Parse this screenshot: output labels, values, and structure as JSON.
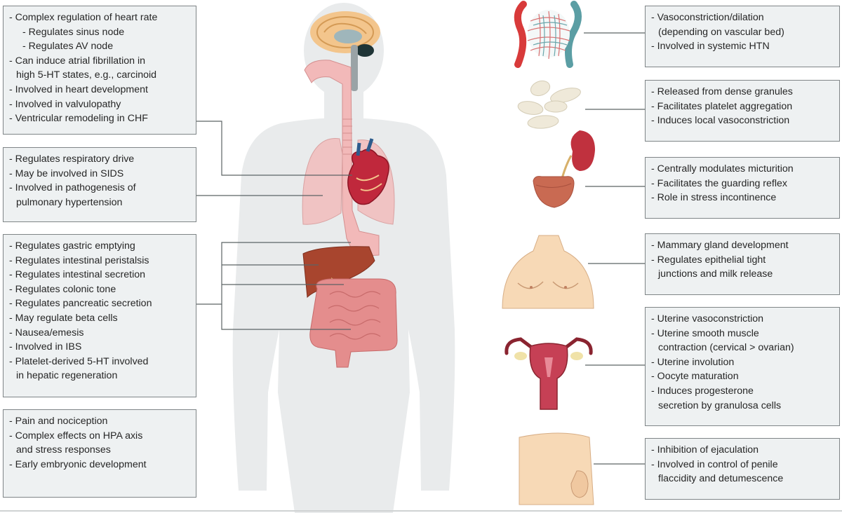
{
  "boxes": {
    "heart": [
      {
        "text": "- Complex regulation of heart rate",
        "kind": "item"
      },
      {
        "text": "- Regulates sinus node",
        "kind": "sub"
      },
      {
        "text": "- Regulates AV node",
        "kind": "sub"
      },
      {
        "text": "- Can induce atrial fibrillation in",
        "kind": "item"
      },
      {
        "text": "high 5-HT states, e.g., carcinoid",
        "kind": "cont"
      },
      {
        "text": "- Involved in heart development",
        "kind": "item"
      },
      {
        "text": "- Involved in valvulopathy",
        "kind": "item"
      },
      {
        "text": "- Ventricular remodeling in CHF",
        "kind": "item"
      }
    ],
    "lungs": [
      {
        "text": "- Regulates respiratory drive",
        "kind": "item"
      },
      {
        "text": "- May be involved in SIDS",
        "kind": "item"
      },
      {
        "text": "- Involved in pathogenesis of",
        "kind": "item"
      },
      {
        "text": "pulmonary hypertension",
        "kind": "cont"
      }
    ],
    "gut": [
      {
        "text": "- Regulates gastric emptying",
        "kind": "item"
      },
      {
        "text": "- Regulates intestinal peristalsis",
        "kind": "item"
      },
      {
        "text": "- Regulates intestinal secretion",
        "kind": "item"
      },
      {
        "text": "- Regulates colonic tone",
        "kind": "item"
      },
      {
        "text": "- Regulates pancreatic secretion",
        "kind": "item"
      },
      {
        "text": "- May regulate beta cells",
        "kind": "item"
      },
      {
        "text": "- Nausea/emesis",
        "kind": "item"
      },
      {
        "text": "- Involved in IBS",
        "kind": "item"
      },
      {
        "text": "- Platelet-derived 5-HT involved",
        "kind": "item"
      },
      {
        "text": "in hepatic regeneration",
        "kind": "cont"
      }
    ],
    "brain": [
      {
        "text": "- Pain and nociception",
        "kind": "item"
      },
      {
        "text": "- Complex effects on HPA axis",
        "kind": "item"
      },
      {
        "text": "and stress responses",
        "kind": "cont"
      },
      {
        "text": "- Early embryonic development",
        "kind": "item"
      }
    ],
    "vessels": [
      {
        "text": "- Vasoconstriction/dilation",
        "kind": "item"
      },
      {
        "text": "(depending on vascular bed)",
        "kind": "cont"
      },
      {
        "text": "- Involved in systemic HTN",
        "kind": "item"
      }
    ],
    "platelets": [
      {
        "text": "- Released from dense granules",
        "kind": "item"
      },
      {
        "text": "- Facilitates platelet aggregation",
        "kind": "item"
      },
      {
        "text": "- Induces local vasoconstriction",
        "kind": "item"
      }
    ],
    "bladder": [
      {
        "text": "- Centrally modulates micturition",
        "kind": "item"
      },
      {
        "text": "- Facilitates the guarding reflex",
        "kind": "item"
      },
      {
        "text": "- Role in stress incontinence",
        "kind": "item"
      }
    ],
    "breast": [
      {
        "text": "- Mammary gland development",
        "kind": "item"
      },
      {
        "text": "- Regulates epithelial tight",
        "kind": "item"
      },
      {
        "text": "junctions and milk release",
        "kind": "cont"
      }
    ],
    "uterus": [
      {
        "text": "- Uterine vasoconstriction",
        "kind": "item"
      },
      {
        "text": "- Uterine smooth muscle",
        "kind": "item"
      },
      {
        "text": "contraction (cervical > ovarian)",
        "kind": "cont"
      },
      {
        "text": "- Uterine involution",
        "kind": "item"
      },
      {
        "text": "- Oocyte maturation",
        "kind": "item"
      },
      {
        "text": "- Induces progesterone",
        "kind": "item"
      },
      {
        "text": "secretion by granulosa cells",
        "kind": "cont"
      }
    ],
    "male": [
      {
        "text": "- Inhibition of ejaculation",
        "kind": "item"
      },
      {
        "text": "- Involved in control of penile",
        "kind": "item"
      },
      {
        "text": "flaccidity and detumescence",
        "kind": "cont"
      }
    ]
  },
  "colors": {
    "box_fill": "#eef1f2",
    "box_border": "#7f8587",
    "leader_line": "#5c6365",
    "silhouette": "#e9ebec",
    "tract": "#f2b9b9",
    "heart": "#c0283c",
    "liver": "#a8452e",
    "intestine": "#e48d8d",
    "artery": "#d83a3a",
    "vein": "#5b9ea4",
    "skin": "#f7d9b6",
    "platelet": "#efe9d9"
  },
  "icons": [
    "brain-icon",
    "heart-icon",
    "lungs-icon",
    "gut-icon",
    "blood-vessels-icon",
    "platelets-icon",
    "kidney-bladder-icon",
    "breast-icon",
    "uterus-icon",
    "male-pelvis-icon"
  ]
}
